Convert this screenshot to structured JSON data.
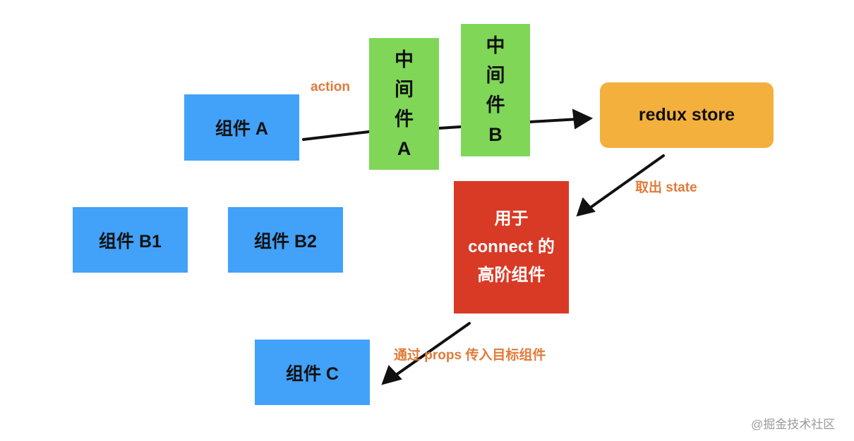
{
  "components": {
    "a": "组件 A",
    "b1": "组件 B1",
    "b2": "组件 B2",
    "c": "组件 C"
  },
  "middleware_a": [
    "中",
    "间",
    "件",
    "A"
  ],
  "middleware_b": [
    "中",
    "间",
    "件",
    "B"
  ],
  "store": "redux store",
  "hoc": [
    "用于",
    "connect 的",
    "高阶组件"
  ],
  "labels": {
    "action": "action",
    "take_state": "取出 state",
    "pass_props": "通过 props 传入目标组件"
  },
  "watermark": "@掘金技术社区",
  "colors": {
    "component": "#42a1f8",
    "middleware": "#7fd657",
    "store": "#f3b03d",
    "hoc": "#d93a26",
    "label": "#e07b39"
  }
}
